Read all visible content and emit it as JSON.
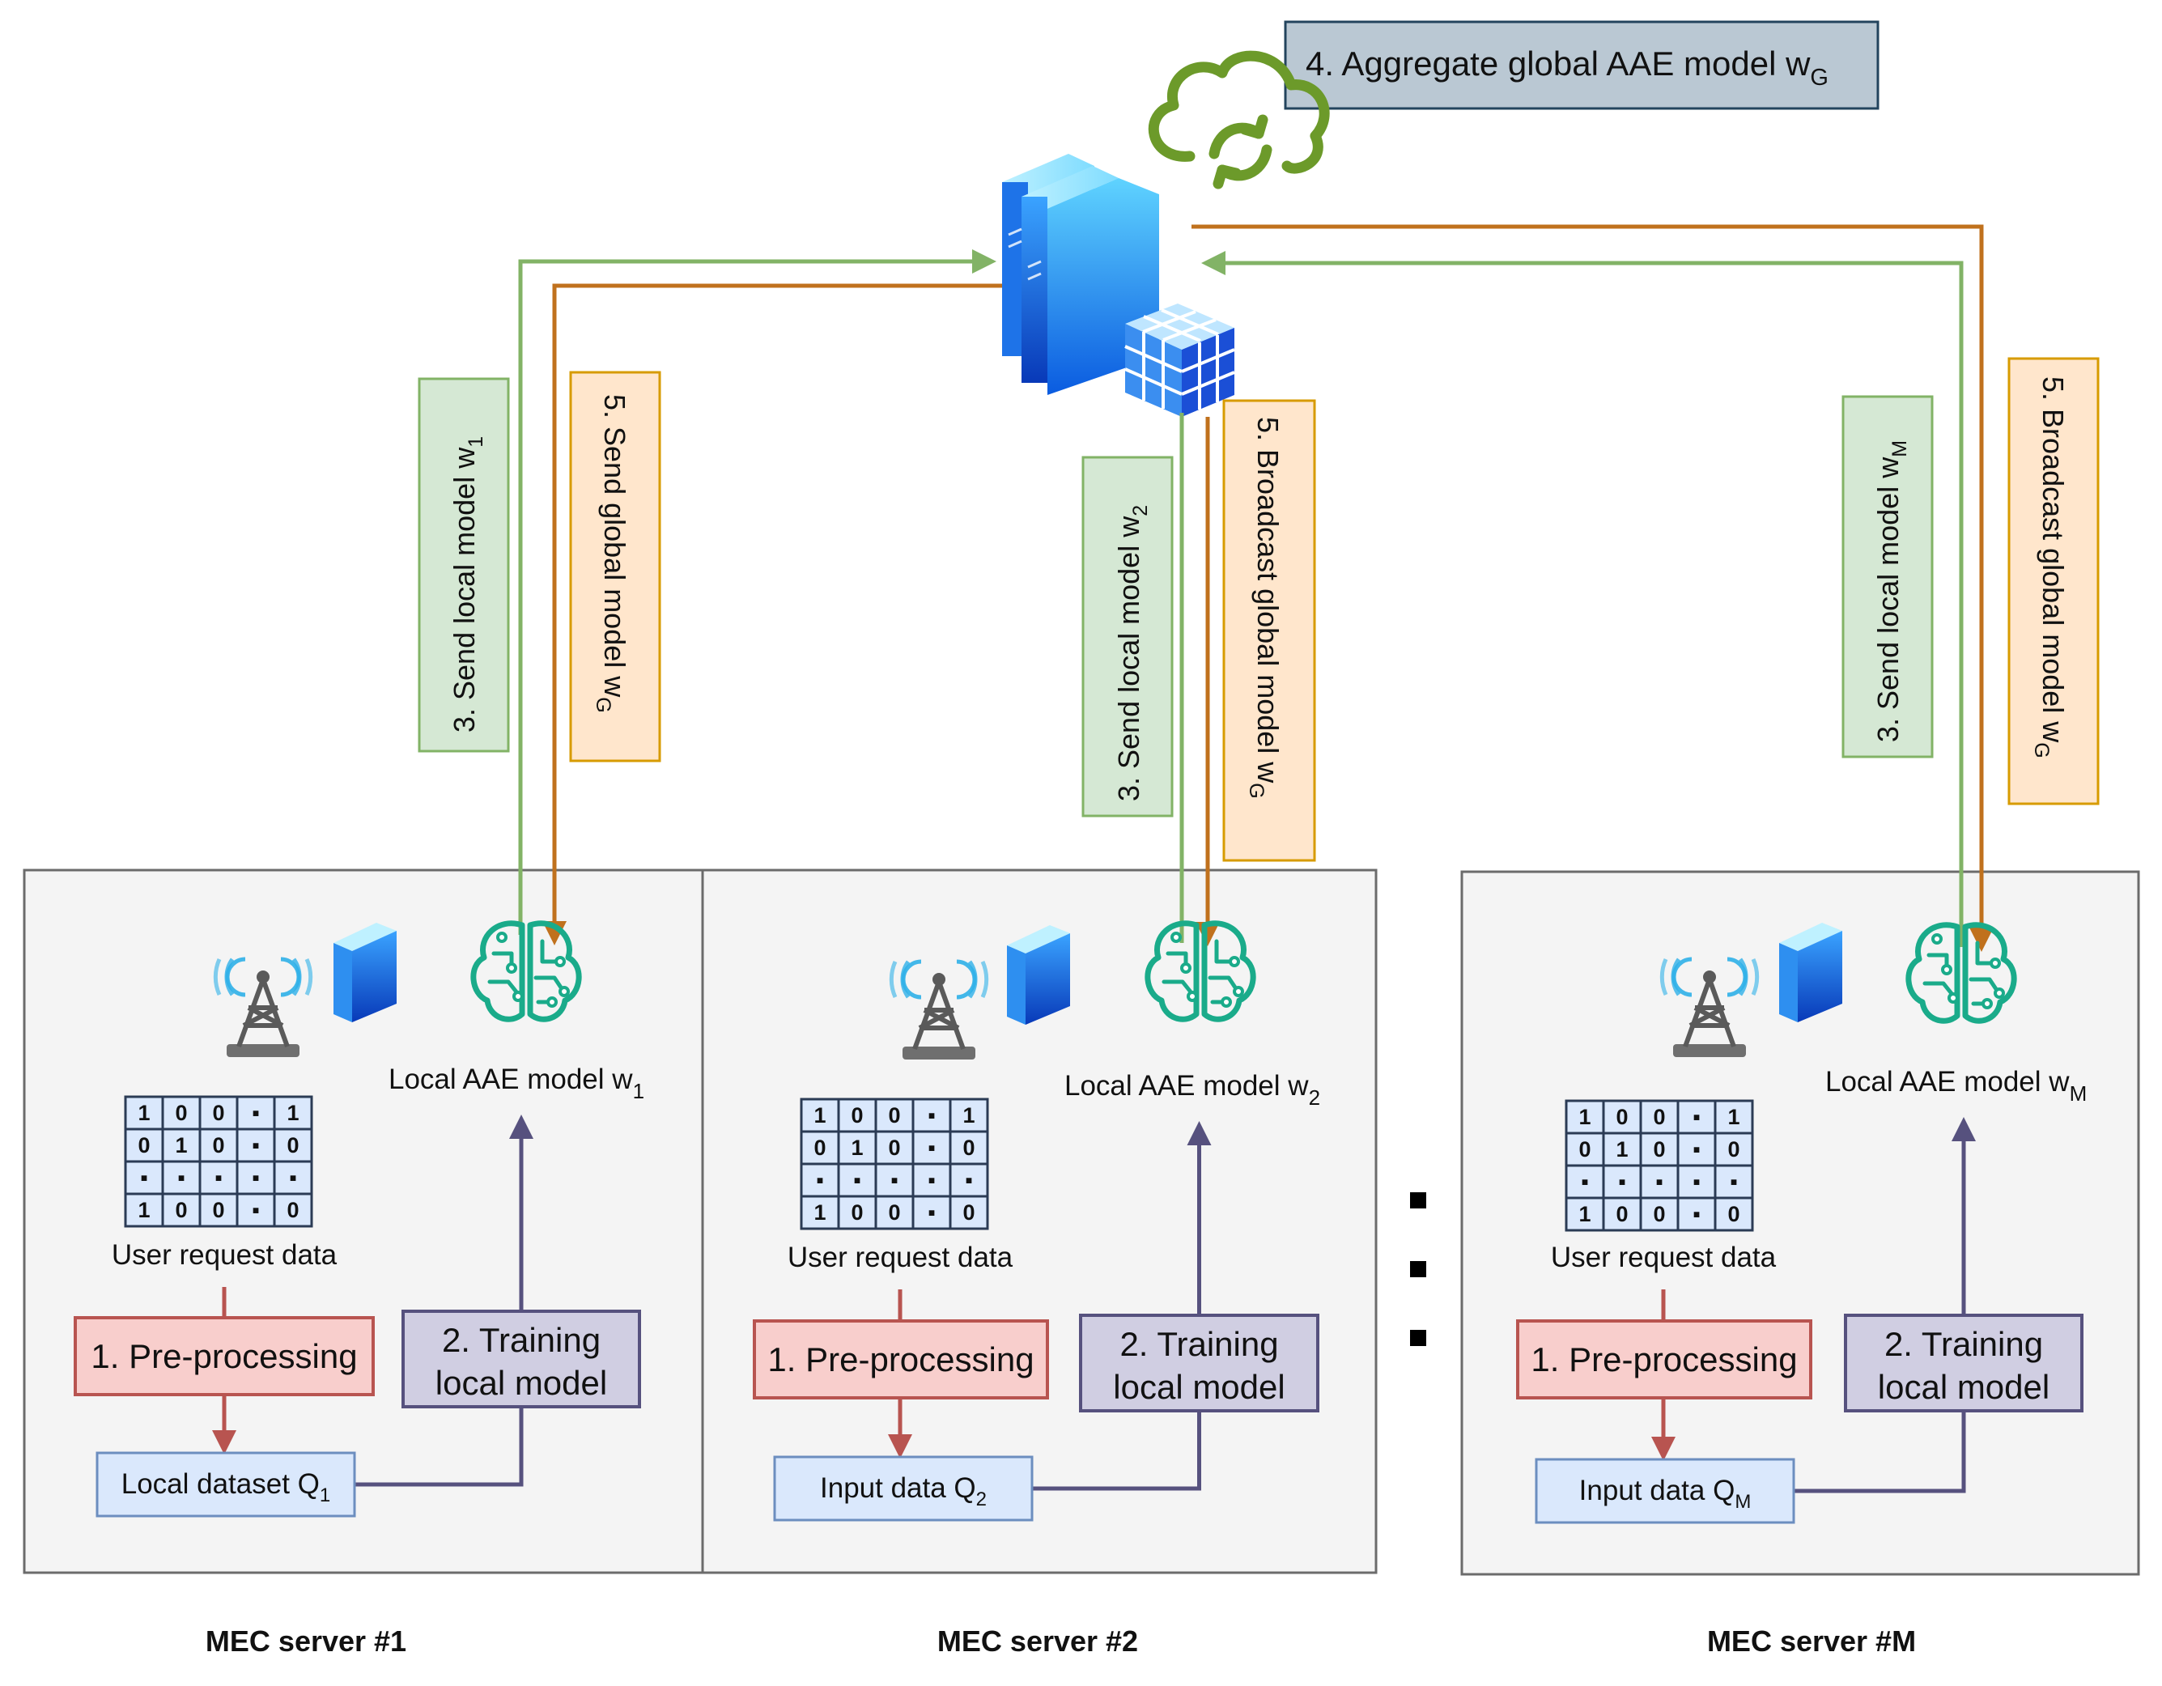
{
  "title": {
    "text": "4. Aggregate global AAE model w",
    "sub": "G"
  },
  "servers": [
    {
      "caption": "MEC server #1",
      "model": {
        "text": "Local AAE model w",
        "sub": "1"
      },
      "request_label": "User request data",
      "preprocess": "1. Pre-processing",
      "training": [
        "2. Training",
        "local model"
      ],
      "dataset": {
        "text": "Local dataset Q",
        "sub": "1"
      },
      "send": {
        "text": "3. Send local model w",
        "sub": "1"
      },
      "receive": {
        "text": "5. Send global model w",
        "sub": "G"
      },
      "matrix": [
        [
          "1",
          "0",
          "0",
          "▪",
          "1"
        ],
        [
          "0",
          "1",
          "0",
          "▪",
          "0"
        ],
        [
          "▪",
          "▪",
          "▪",
          "▪",
          "▪"
        ],
        [
          "1",
          "0",
          "0",
          "▪",
          "0"
        ]
      ]
    },
    {
      "caption": "MEC server #2",
      "model": {
        "text": "Local AAE model w",
        "sub": "2"
      },
      "request_label": "User request data",
      "preprocess": "1. Pre-processing",
      "training": [
        "2. Training",
        "local model"
      ],
      "dataset": {
        "text": "Input data Q",
        "sub": "2"
      },
      "send": {
        "text": "3. Send local model w",
        "sub": "2"
      },
      "receive": {
        "text": "5. Broadcast global model w",
        "sub": "G"
      },
      "matrix": [
        [
          "1",
          "0",
          "0",
          "▪",
          "1"
        ],
        [
          "0",
          "1",
          "0",
          "▪",
          "0"
        ],
        [
          "▪",
          "▪",
          "▪",
          "▪",
          "▪"
        ],
        [
          "1",
          "0",
          "0",
          "▪",
          "0"
        ]
      ]
    },
    {
      "caption": "MEC server #M",
      "model": {
        "text": "Local AAE model w",
        "sub": "M"
      },
      "request_label": "User request data",
      "preprocess": "1. Pre-processing",
      "training": [
        "2. Training",
        "local model"
      ],
      "dataset": {
        "text": "Input data Q",
        "sub": "M"
      },
      "send": {
        "text": "3. Send local model w",
        "sub": "M"
      },
      "receive": {
        "text": "5. Broadcast global model w",
        "sub": "G"
      },
      "matrix": [
        [
          "1",
          "0",
          "0",
          "▪",
          "1"
        ],
        [
          "0",
          "1",
          "0",
          "▪",
          "0"
        ],
        [
          "▪",
          "▪",
          "▪",
          "▪",
          "▪"
        ],
        [
          "1",
          "0",
          "0",
          "▪",
          "0"
        ]
      ]
    }
  ],
  "colors": {
    "send_green": "#82b366",
    "receive_orange": "#c0711d",
    "preprocess_red": "#b85450",
    "training_purple": "#56517e",
    "brain_teal": "#1aab8a",
    "cloud_green": "#6c9a2a"
  },
  "icons": {
    "central": "cloud-server-icon",
    "cloud": "cloud-sync-icon",
    "tower": "base-station-icon",
    "brain": "ai-brain-icon"
  }
}
